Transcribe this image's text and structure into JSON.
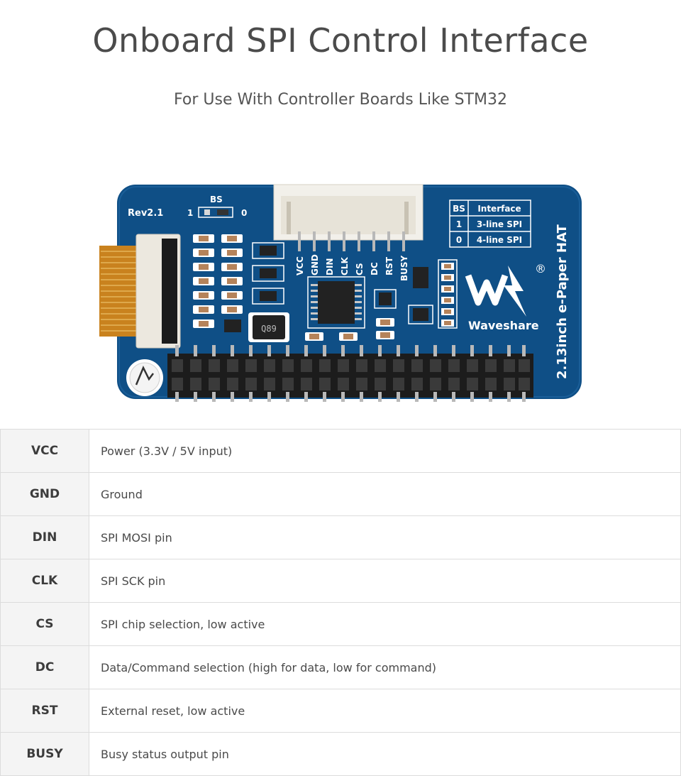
{
  "header": {
    "title": "Onboard SPI Control Interface",
    "subtitle": "For Use With Controller Boards Like STM32"
  },
  "board": {
    "revision": "Rev2.1",
    "bs_label": "BS",
    "bs_one": "1",
    "bs_zero": "0",
    "pin_labels": [
      "VCC",
      "GND",
      "DIN",
      "CLK",
      "CS",
      "DC",
      "RST",
      "BUSY"
    ],
    "interface_table": {
      "header_bs": "BS",
      "header_interface": "Interface",
      "row1_bs": "1",
      "row1_interface": "3-line SPI",
      "row2_bs": "0",
      "row2_interface": "4-line SPI"
    },
    "brand": "Waveshare",
    "registered": "®",
    "product": "2.13inch e-Paper HAT",
    "chip_text": "Q89",
    "colors": {
      "pcb": "#0f4f86",
      "silk": "#ffffff",
      "connector": "#f2f0ea",
      "header": "#1c1c1c"
    }
  },
  "pins": [
    {
      "name": "VCC",
      "desc": "Power (3.3V / 5V input)"
    },
    {
      "name": "GND",
      "desc": "Ground"
    },
    {
      "name": "DIN",
      "desc": "SPI MOSI pin"
    },
    {
      "name": "CLK",
      "desc": "SPI SCK pin"
    },
    {
      "name": "CS",
      "desc": "SPI chip selection, low active"
    },
    {
      "name": "DC",
      "desc": "Data/Command selection (high for data, low for command)"
    },
    {
      "name": "RST",
      "desc": "External reset, low active"
    },
    {
      "name": "BUSY",
      "desc": "Busy status output pin"
    }
  ]
}
